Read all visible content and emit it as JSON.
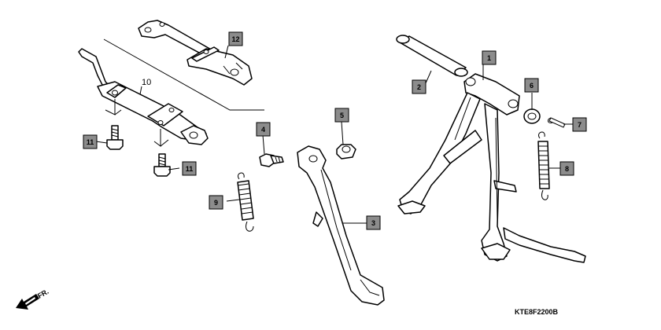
{
  "callouts": {
    "c1": "1",
    "c2": "2",
    "c3": "3",
    "c4": "4",
    "c5": "5",
    "c6": "6",
    "c7": "7",
    "c8": "8",
    "c9": "9",
    "c10": "10",
    "c11a": "11",
    "c11b": "11",
    "c12": "12"
  },
  "diagram_code": "KTE8F2200B",
  "direction_label": "FR.",
  "colors": {
    "callout_fill": "#8c8c8c",
    "line": "#000000",
    "background": "#ffffff"
  }
}
